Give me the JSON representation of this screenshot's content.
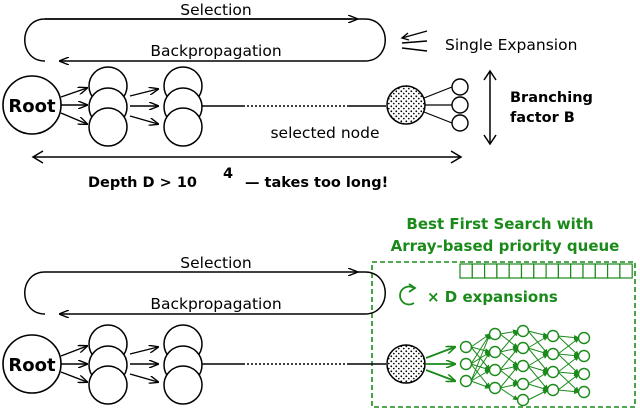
{
  "top": {
    "selection": "Selection",
    "backprop": "Backpropagation",
    "single_expansion": "Single Expansion",
    "root": "Root",
    "selected_node": "selected node",
    "branching_line1": "Branching",
    "branching_line2": "factor B",
    "depth_prefix": "Depth D > 10",
    "depth_exp": "4",
    "depth_suffix": "— takes too long!"
  },
  "bottom": {
    "selection": "Selection",
    "backprop": "Backpropagation",
    "root": "Root",
    "bfs_line1": "Best First Search with",
    "bfs_line2": "Array-based priority queue",
    "expansions": "× D expansions"
  },
  "colors": {
    "accent_green": "#1a8a1a",
    "ink": "#000000"
  }
}
